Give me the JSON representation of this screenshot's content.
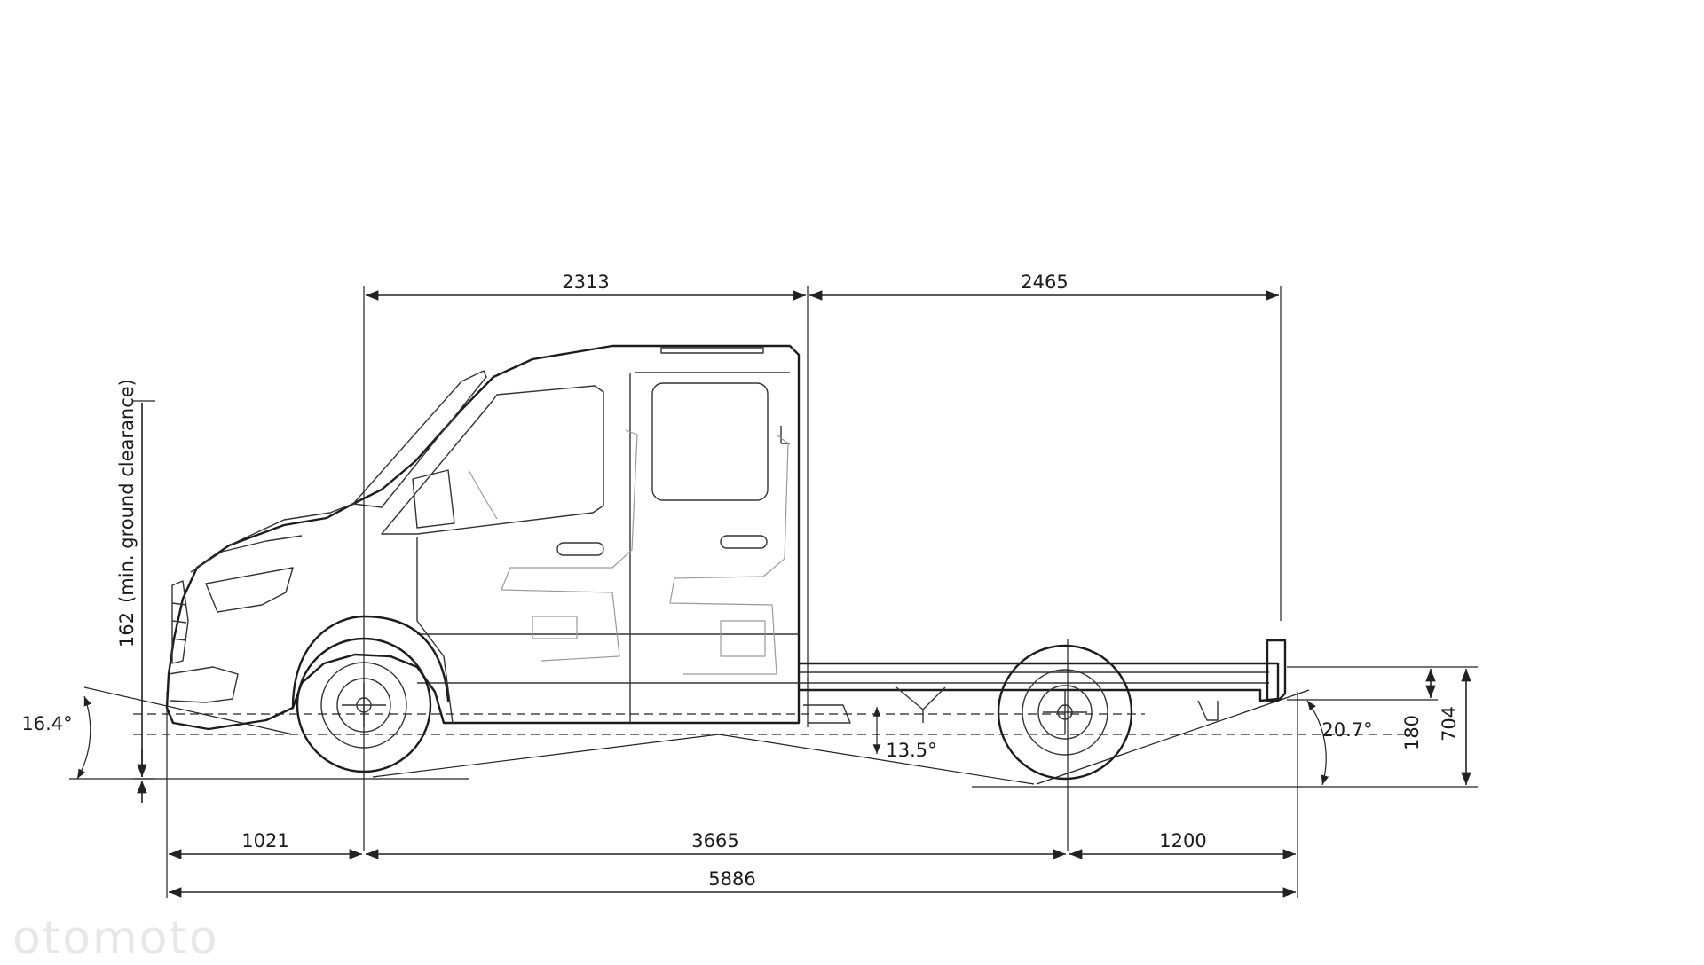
{
  "dimensions": {
    "cab_to_front_axle": "2313",
    "frame_length_rear": "2465",
    "front_overhang": "1021",
    "wheelbase": "3665",
    "rear_overhang": "1200",
    "overall_length": "5886",
    "ground_clearance": "162",
    "ground_clearance_note": "(min. ground clearance)",
    "approach_angle": "16.4°",
    "ramp_angle": "13.5°",
    "departure_angle": "20.7°",
    "frame_height": "180",
    "frame_top_height": "704"
  },
  "watermark": "otomoto"
}
